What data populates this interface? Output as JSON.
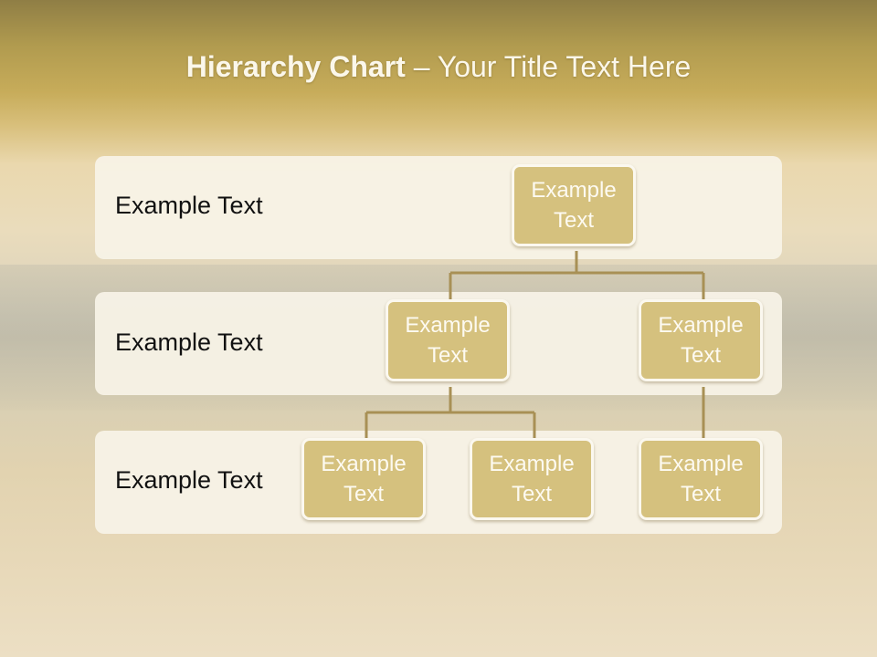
{
  "title": {
    "bold": "Hierarchy Chart",
    "rest": " – Your Title Text Here"
  },
  "rows": [
    {
      "label": "Example Text"
    },
    {
      "label": "Example Text"
    },
    {
      "label": "Example Text"
    }
  ],
  "nodes": {
    "root": {
      "line1": "Example",
      "line2": "Text"
    },
    "l2_left": {
      "line1": "Example",
      "line2": "Text"
    },
    "l2_right": {
      "line1": "Example",
      "line2": "Text"
    },
    "l3_a": {
      "line1": "Example",
      "line2": "Text"
    },
    "l3_b": {
      "line1": "Example",
      "line2": "Text"
    },
    "l3_c": {
      "line1": "Example",
      "line2": "Text"
    }
  },
  "colors": {
    "node_fill": "#d5c17e",
    "connector": "#a89055",
    "row_fill": "#f7f3e7"
  }
}
